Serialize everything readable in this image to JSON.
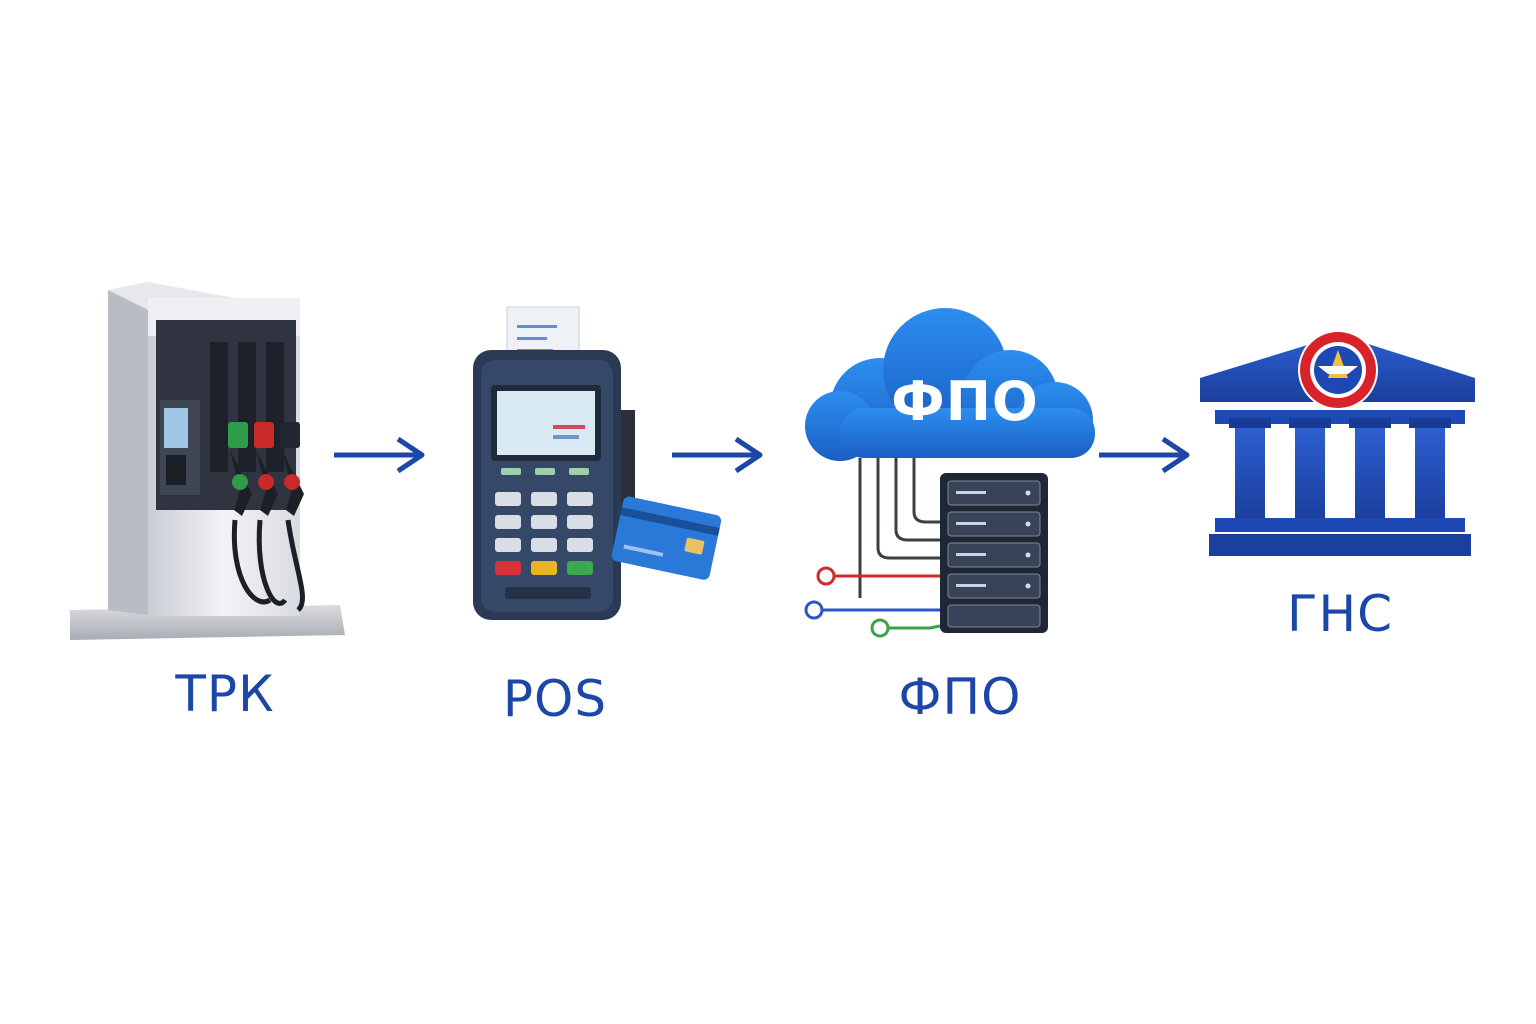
{
  "flow": {
    "nodes": [
      {
        "label": "ТРК",
        "icon": "fuel-pump-icon"
      },
      {
        "label": "POS",
        "icon": "pos-terminal-icon"
      },
      {
        "label": "ФПО",
        "icon": "cloud-server-icon",
        "cloud_text": "ФПО"
      },
      {
        "label": "ГНС",
        "icon": "government-building-icon"
      }
    ],
    "arrows": [
      "arrow-right-icon",
      "arrow-right-icon",
      "arrow-right-icon"
    ]
  },
  "colors": {
    "primary_blue": "#1c47a6",
    "cloud_blue": "#1f6fd6",
    "building_blue": "#1e49b5",
    "emblem_red": "#d8232a",
    "wire_red": "#d32b2b",
    "wire_blue": "#2a56c6",
    "wire_green": "#3aa34a"
  }
}
